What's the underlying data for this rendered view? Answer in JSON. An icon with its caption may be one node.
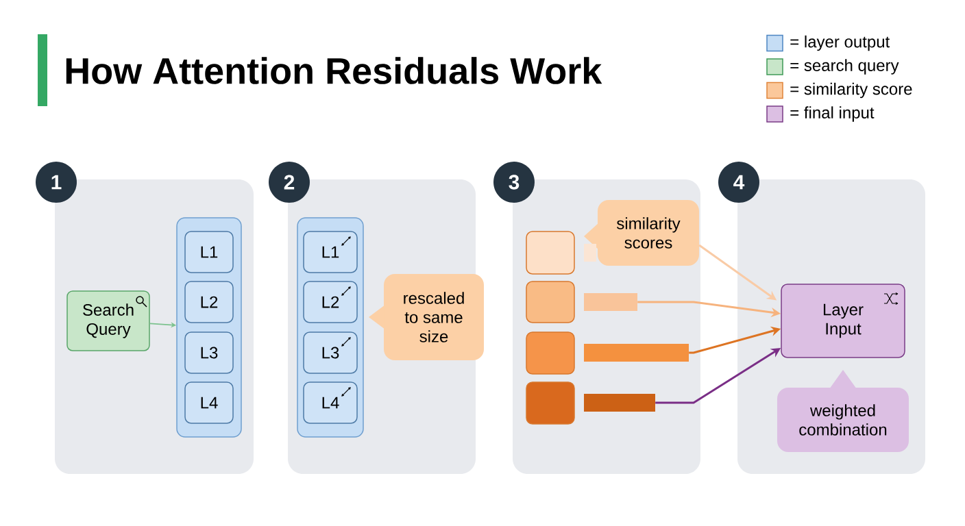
{
  "diagram": {
    "title": "How Attention Residuals Work",
    "nodes": [
      {
        "text": [
          "1"
        ]
      },
      {
        "text": [
          "Search Query"
        ],
        "in": 0
      },
      {
        "text": [],
        "shape": "box",
        "in": 0
      },
      {
        "text": [
          "L1"
        ],
        "in": 2
      },
      {
        "text": [
          "L2"
        ],
        "in": 2
      },
      {
        "text": [
          "L3"
        ],
        "in": 2
      },
      {
        "text": [
          "L4"
        ],
        "in": 2
      },
      {
        "text": [
          "2"
        ]
      },
      {
        "text": [],
        "shape": "box",
        "in": 7
      },
      {
        "text": [
          "L1"
        ],
        "in": 8
      },
      {
        "text": [
          "L2"
        ],
        "in": 8
      },
      {
        "text": [
          "L3"
        ],
        "in": 8
      },
      {
        "text": [
          "L4"
        ],
        "in": 8
      },
      {
        "text": [
          "rescaled to same size"
        ],
        "in": 7
      },
      {
        "text": [
          "3"
        ]
      },
      {
        "text": [
          "similarity scores"
        ],
        "in": 14
      },
      {
        "text": [],
        "shape": "box",
        "in": 14
      },
      {
        "text": [],
        "shape": "box",
        "in": 14
      },
      {
        "text": [],
        "shape": "box",
        "in": 14
      },
      {
        "text": [],
        "shape": "box",
        "in": 14
      },
      {
        "text": [],
        "shape": "bar",
        "in": 14
      },
      {
        "text": [],
        "shape": "bar",
        "in": 14
      },
      {
        "text": [],
        "shape": "bar",
        "in": 14
      },
      {
        "text": [],
        "shape": "bar",
        "in": 14
      },
      {
        "text": [
          "4"
        ]
      },
      {
        "text": [
          "Layer Input"
        ],
        "in": 24
      },
      {
        "text": [
          "weighted combination"
        ],
        "in": 24
      }
    ],
    "edges": [
      {
        "from": 1,
        "to": 2,
        "arrow": "to",
        "color": "#7cc28e"
      },
      {
        "from": 15,
        "to": 25,
        "arrow": "to",
        "color": "#f9cba6"
      },
      {
        "from": 21,
        "to": 25,
        "arrow": "to",
        "color": "#f6b37e"
      },
      {
        "from": 22,
        "to": 25,
        "arrow": "to",
        "color": "#dd7423"
      },
      {
        "from": 23,
        "to": 25,
        "arrow": "to",
        "color": "#7a2e86"
      }
    ],
    "legend": [
      {
        "text": "= layer output",
        "color": "#c5ddf5"
      },
      {
        "text": "= search query",
        "color": "#c8e6c9"
      },
      {
        "text": "= similarity score",
        "color": "#fbc89b"
      },
      {
        "text": "= final input",
        "color": "#dcbfe3"
      }
    ]
  }
}
